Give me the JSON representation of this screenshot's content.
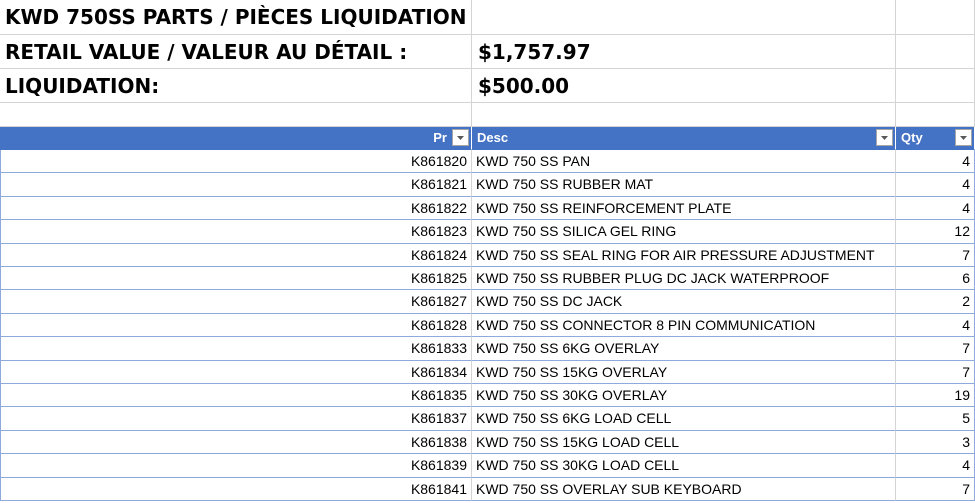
{
  "title": {
    "heading": "KWD 750SS PARTS / PIÈCES LIQUIDATION",
    "retail_label": "RETAIL VALUE / VALEUR AU DÉTAIL :",
    "retail_value": "$1,757.97",
    "liquidation_label": "LIQUIDATION:",
    "liquidation_value": "$500.00"
  },
  "table": {
    "columns": [
      "Pr",
      "Desc",
      "Qty"
    ],
    "rows": [
      {
        "part": "K861820",
        "desc": "KWD 750 SS PAN",
        "qty": "4"
      },
      {
        "part": "K861821",
        "desc": "KWD 750 SS RUBBER MAT",
        "qty": "4"
      },
      {
        "part": "K861822",
        "desc": "KWD 750 SS REINFORCEMENT PLATE",
        "qty": "4"
      },
      {
        "part": "K861823",
        "desc": "KWD 750 SS SILICA GEL RING",
        "qty": "12"
      },
      {
        "part": "K861824",
        "desc": "KWD 750 SS SEAL RING FOR AIR PRESSURE ADJUSTMENT",
        "qty": "7"
      },
      {
        "part": "K861825",
        "desc": "KWD 750 SS RUBBER PLUG DC JACK WATERPROOF",
        "qty": "6"
      },
      {
        "part": "K861827",
        "desc": "KWD 750 SS DC JACK",
        "qty": "2"
      },
      {
        "part": "K861828",
        "desc": "KWD 750 SS CONNECTOR 8 PIN COMMUNICATION",
        "qty": "4"
      },
      {
        "part": "K861833",
        "desc": "KWD 750 SS 6KG OVERLAY",
        "qty": "7"
      },
      {
        "part": "K861834",
        "desc": "KWD 750 SS 15KG OVERLAY",
        "qty": "7"
      },
      {
        "part": "K861835",
        "desc": "KWD 750 SS 30KG OVERLAY",
        "qty": "19"
      },
      {
        "part": "K861837",
        "desc": "KWD 750 SS 6KG LOAD CELL",
        "qty": "5"
      },
      {
        "part": "K861838",
        "desc": "KWD 750 SS 15KG LOAD CELL",
        "qty": "3"
      },
      {
        "part": "K861839",
        "desc": "KWD 750 SS 30KG LOAD CELL",
        "qty": "4"
      },
      {
        "part": "K861841",
        "desc": "KWD 750 SS OVERLAY SUB KEYBOARD",
        "qty": "7"
      }
    ]
  },
  "colors": {
    "header_bg": "#4472c4",
    "row_border": "#8ea9db"
  },
  "icons": {
    "filter": "filter-dropdown-icon"
  }
}
